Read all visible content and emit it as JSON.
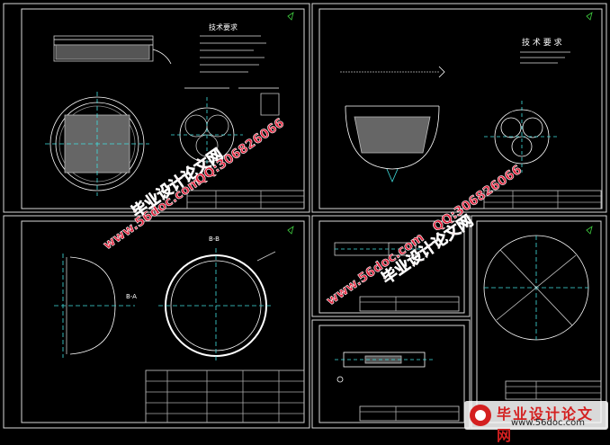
{
  "sheets": {
    "top_left": {
      "title": "技术要求"
    },
    "top_right": {
      "title": "技 术 要 求"
    },
    "mid_left": {
      "label_top": "B-B",
      "label_side": "B-A"
    }
  },
  "watermarks": {
    "url": "www.56doc.com",
    "cn": "毕业设计论文网",
    "qq": "QQ:306826066"
  },
  "logo": {
    "cn": "毕业设计论文网",
    "url": "www.56doc.com"
  },
  "colors": {
    "line": "#ffffff",
    "frame": "#d8d8d8",
    "hatch": "#c8c8c8",
    "accent_cyan": "#40e0e0",
    "accent_green": "#40d040",
    "accent_red": "#e04040",
    "watermark": "#e0203a"
  }
}
